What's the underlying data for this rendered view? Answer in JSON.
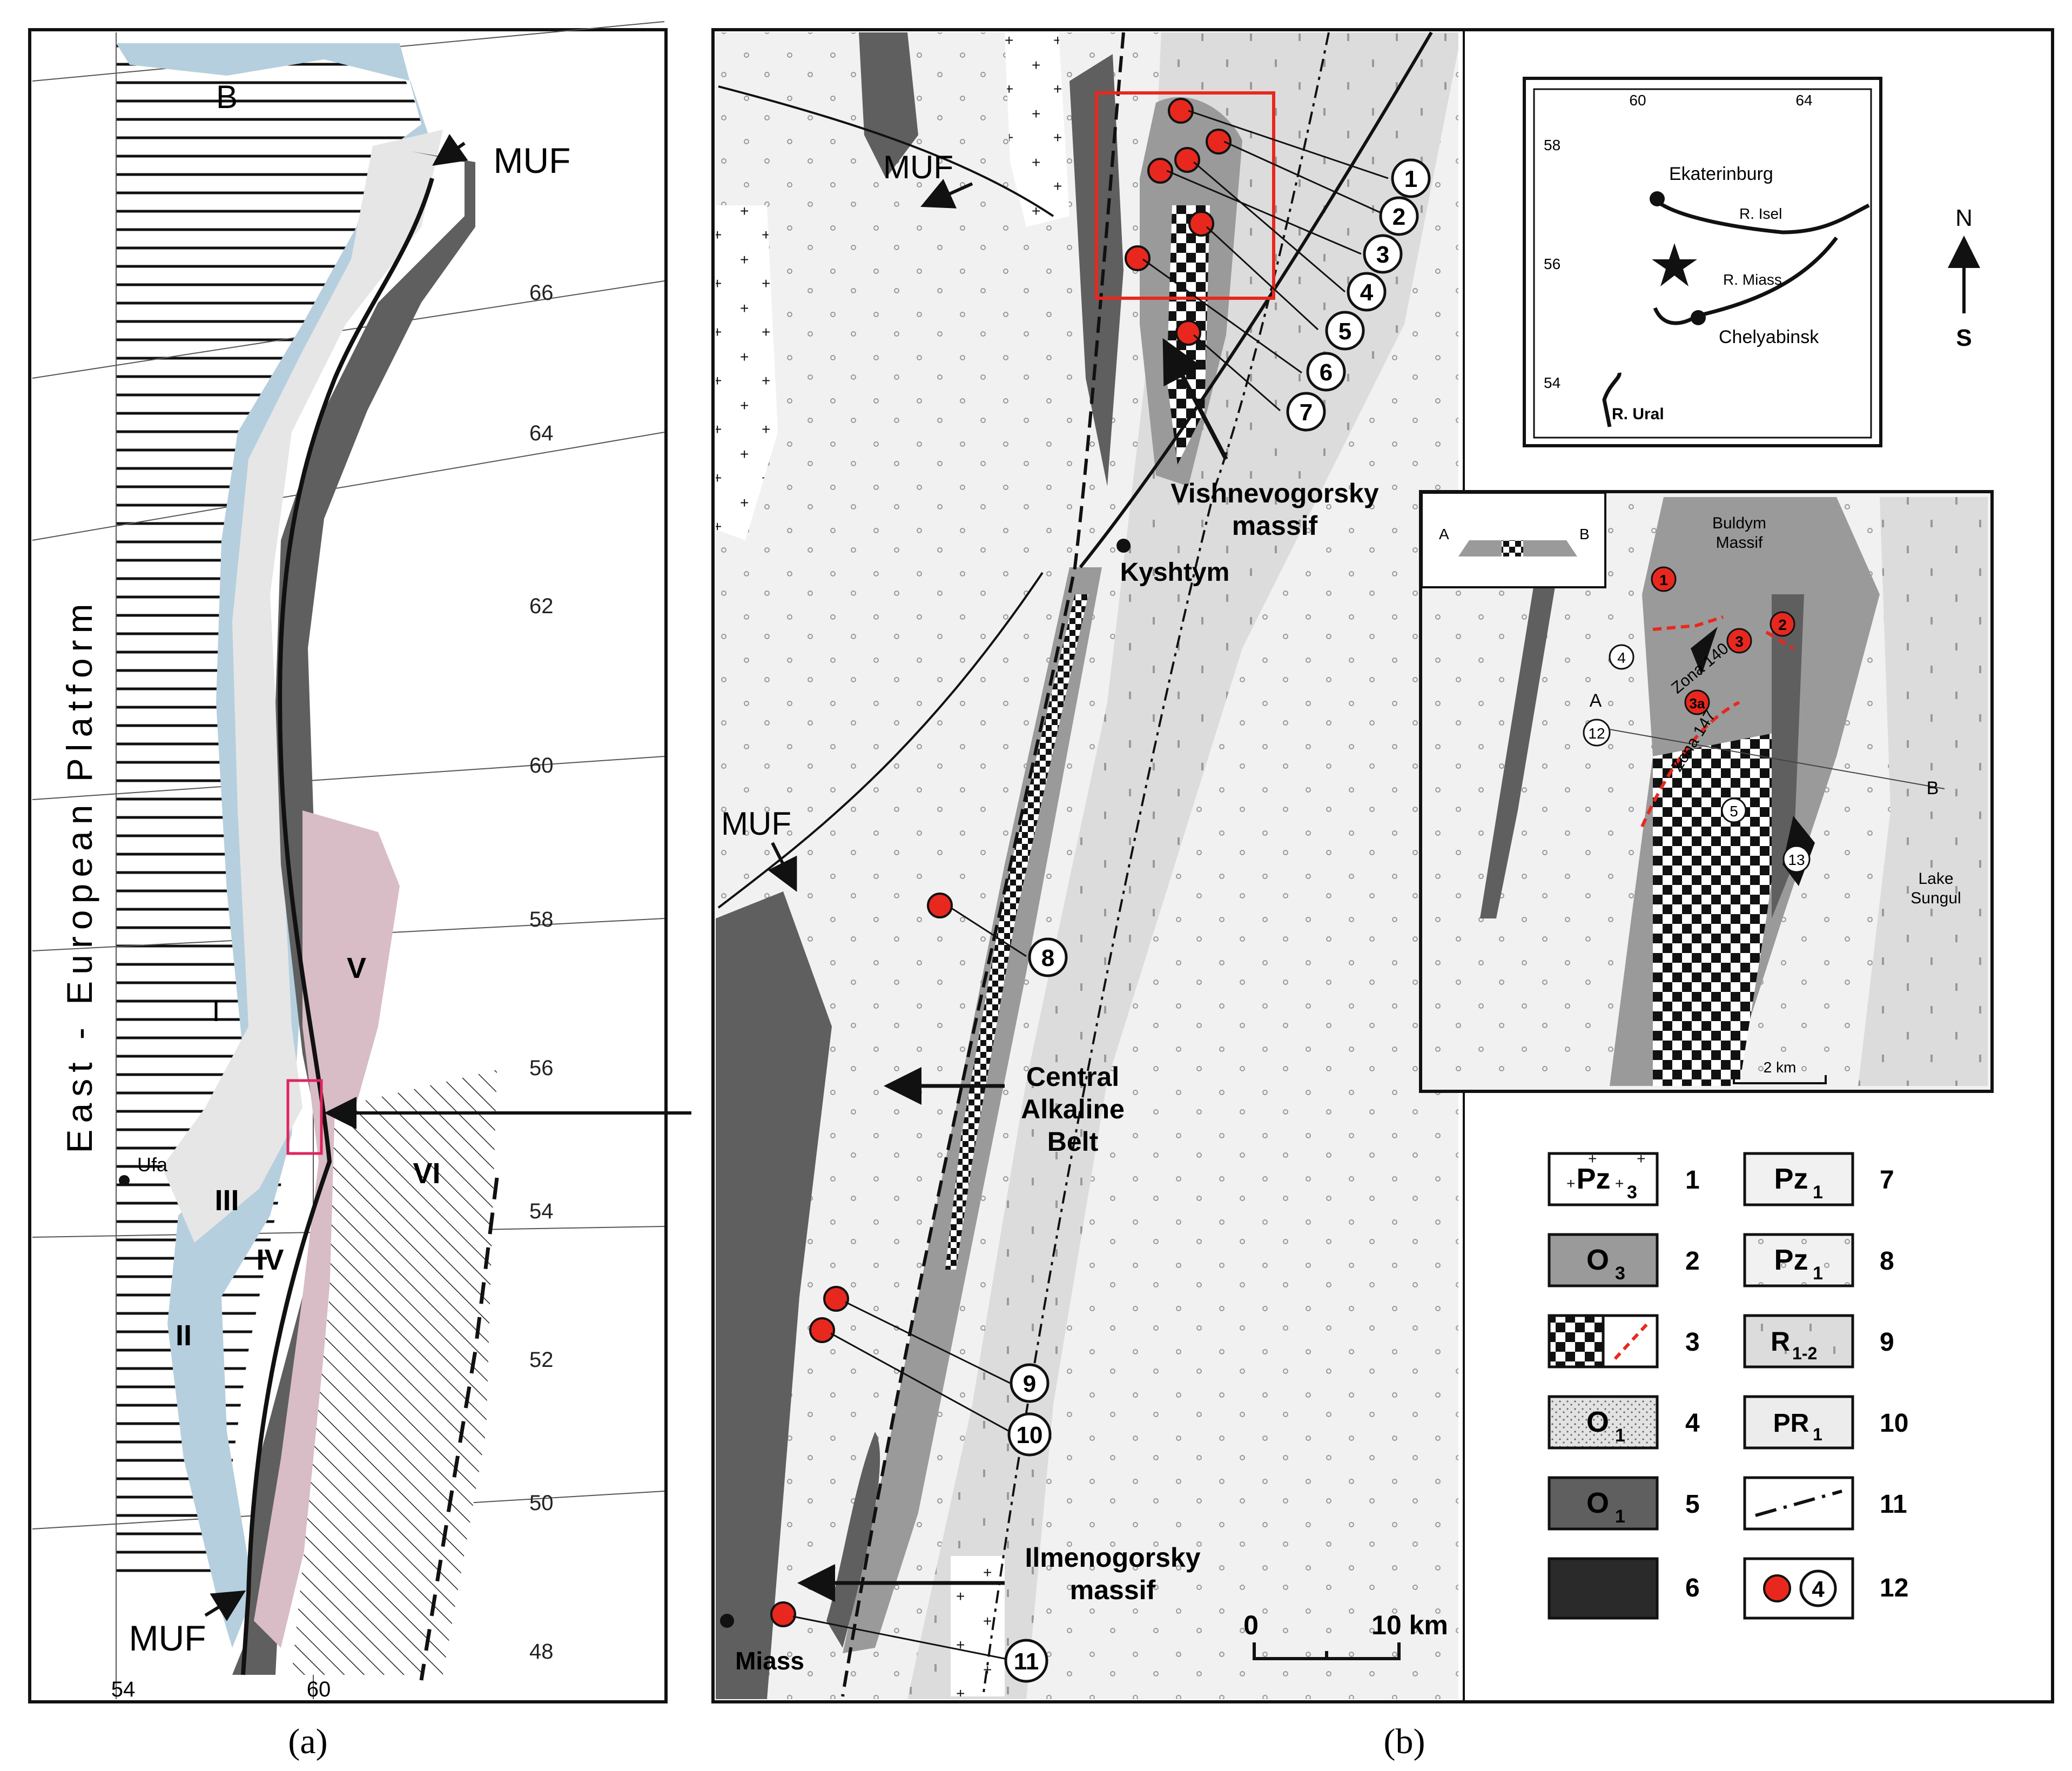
{
  "panel_a": {
    "caption": "(a)",
    "labels": {
      "platform": "East - European Platform",
      "muf_top": "MUF",
      "muf_bottom": "MUF",
      "zone_b": "B",
      "zone_i": "I",
      "zone_ii": "II",
      "zone_iii": "III",
      "zone_iv": "IV",
      "zone_v": "V",
      "zone_vi": "VI",
      "city_ufa": "Ufa"
    },
    "lat_ticks": [
      "66",
      "64",
      "62",
      "60",
      "58",
      "56",
      "54",
      "52",
      "50",
      "48"
    ],
    "lon_ticks": [
      "54",
      "60"
    ],
    "colors": {
      "blue_zone": "#b6cfde",
      "light_zone": "#e6e6e6",
      "dark_zone": "#5f5f5f",
      "pink_zone": "#d8bcc6",
      "inset_frame": "#e0245e"
    }
  },
  "panel_b": {
    "caption": "(b)",
    "labels": {
      "muf_top": "MUF",
      "muf_mid": "MUF",
      "vishnevogorsky_1": "Vishnevogorsky",
      "vishnevogorsky_2": "massif",
      "kyshtym": "Kyshtym",
      "central_1": "Central",
      "central_2": "Alkaline",
      "central_3": "Belt",
      "ilmenogorsky_1": "Ilmenogorsky",
      "ilmenogorsky_2": "massif",
      "miass": "Miass"
    },
    "sites": [
      "1",
      "2",
      "3",
      "4",
      "5",
      "6",
      "7",
      "8",
      "9",
      "10",
      "11"
    ],
    "scale": {
      "zero": "0",
      "end": "10 km"
    },
    "colors": {
      "site_marker": "#e8281e",
      "frame": "#e8281e"
    }
  },
  "location_inset": {
    "lon_ticks": [
      "60",
      "64"
    ],
    "lat_ticks": [
      "58",
      "56",
      "54"
    ],
    "cities": {
      "ekaterinburg": "Ekaterinburg",
      "chelyabinsk": "Chelyabinsk"
    },
    "rivers": {
      "isel": "R. Isel",
      "miass": "R. Miass",
      "ural": "R. Ural"
    },
    "north": "N",
    "south": "S"
  },
  "detail_inset": {
    "section_a": "A",
    "section_b": "B",
    "buldym_1": "Buldym",
    "buldym_2": "Massif",
    "zona_140": "Zona 140",
    "zona_147": "Zona 147",
    "lake_1": "Lake",
    "lake_2": "Sungul",
    "point_a": "A",
    "point_b": "B",
    "markers": [
      "1",
      "2",
      "3",
      "3a",
      "4",
      "12",
      "5",
      "13"
    ],
    "scale": "2 km"
  },
  "legend": {
    "items": [
      {
        "num": "1",
        "label": "Pz",
        "sub": "3"
      },
      {
        "num": "2",
        "label": "O",
        "sub": "3"
      },
      {
        "num": "3",
        "label": "",
        "sub": ""
      },
      {
        "num": "4",
        "label": "O",
        "sub": "1"
      },
      {
        "num": "5",
        "label": "O",
        "sub": "1"
      },
      {
        "num": "6",
        "label": "",
        "sub": ""
      },
      {
        "num": "7",
        "label": "Pz",
        "sub": "1"
      },
      {
        "num": "8",
        "label": "Pz",
        "sub": "1"
      },
      {
        "num": "9",
        "label": "R",
        "sub": "1-2"
      },
      {
        "num": "10",
        "label": "PR",
        "sub": "1"
      },
      {
        "num": "11",
        "label": "",
        "sub": ""
      },
      {
        "num": "12",
        "label": "4",
        "sub": ""
      }
    ]
  }
}
